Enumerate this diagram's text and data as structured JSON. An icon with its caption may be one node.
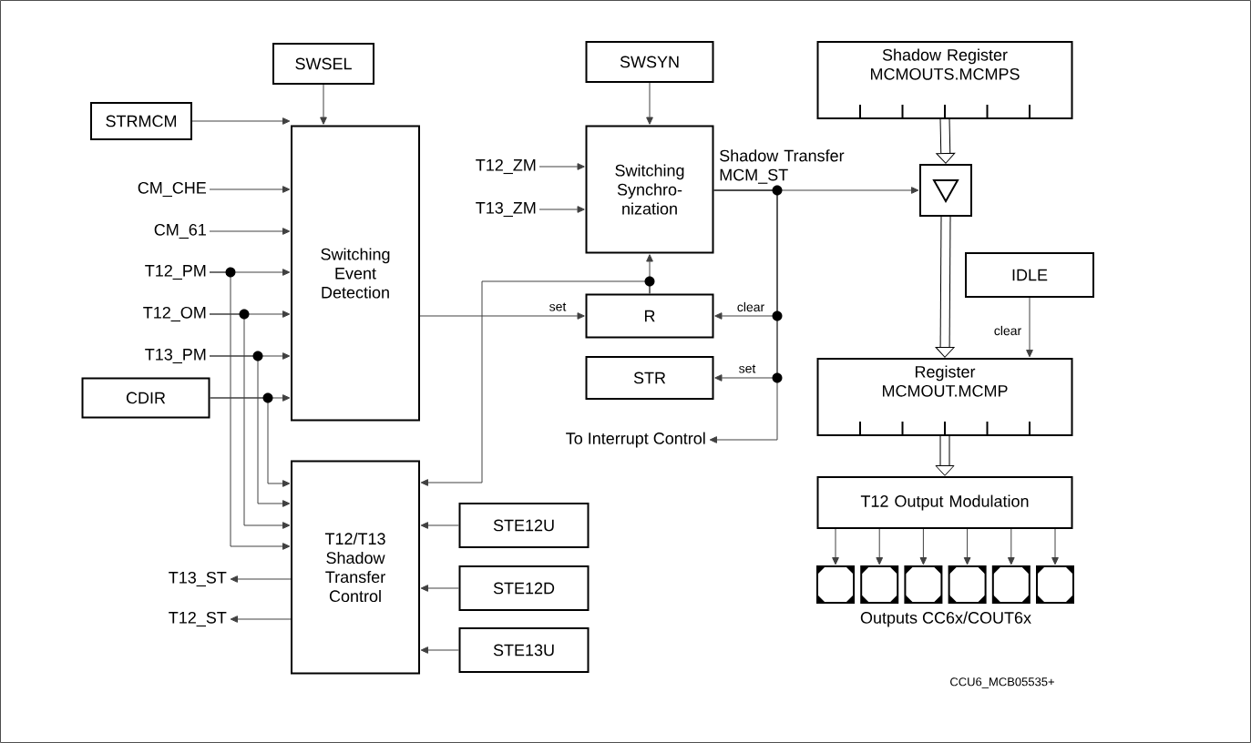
{
  "diagram": {
    "nodes": [
      {
        "text": [
          "SWSEL"
        ]
      },
      {
        "text": [
          "STRMCM"
        ]
      },
      {
        "text": [
          "CM_CHE"
        ]
      },
      {
        "text": [
          "CM_61"
        ]
      },
      {
        "text": [
          "T12_PM"
        ]
      },
      {
        "text": [
          "T12_OM"
        ]
      },
      {
        "text": [
          "T13_PM"
        ]
      },
      {
        "text": [
          "CDIR"
        ]
      },
      {
        "text": [
          "Switching Event Detection"
        ]
      },
      {
        "text": [
          "SWSYN"
        ]
      },
      {
        "text": [
          "T12_ZM"
        ]
      },
      {
        "text": [
          "T13_ZM"
        ]
      },
      {
        "text": [
          "Switching Synchro-nization"
        ]
      },
      {
        "text": [
          "Shadow Register MCMOUTS.MCMPS"
        ]
      },
      {
        "text": [],
        "shape": "box"
      },
      {
        "text": [
          "R"
        ]
      },
      {
        "text": [
          "STR"
        ]
      },
      {
        "text": [
          "To  Interrupt Control"
        ]
      },
      {
        "text": [
          "IDLE"
        ]
      },
      {
        "text": [
          "Register MCMOUT.MCMP"
        ]
      },
      {
        "text": [
          "T12 Output Modulation"
        ]
      },
      {
        "text": [],
        "shape": "box"
      },
      {
        "text": [],
        "shape": "box"
      },
      {
        "text": [],
        "shape": "box"
      },
      {
        "text": [],
        "shape": "box"
      },
      {
        "text": [],
        "shape": "box"
      },
      {
        "text": [],
        "shape": "box"
      },
      {
        "text": [
          "T12/T13 Shadow Transfer Control"
        ]
      },
      {
        "text": [
          "STE12U"
        ]
      },
      {
        "text": [
          "STE12D"
        ]
      },
      {
        "text": [
          "STE13U"
        ]
      },
      {
        "text": [
          "T13_ST"
        ]
      },
      {
        "text": [
          "T12_ST"
        ]
      }
    ],
    "edges": [
      {
        "from": 0,
        "to": 8,
        "arrow": "to"
      },
      {
        "from": 1,
        "to": 8,
        "arrow": "to"
      },
      {
        "from": 2,
        "to": 8,
        "arrow": "to"
      },
      {
        "from": 3,
        "to": 8,
        "arrow": "to"
      },
      {
        "from": 4,
        "to": 8,
        "arrow": "to"
      },
      {
        "from": 4,
        "to": 27,
        "arrow": "to"
      },
      {
        "from": 5,
        "to": 8,
        "arrow": "to"
      },
      {
        "from": 5,
        "to": 27,
        "arrow": "to"
      },
      {
        "from": 6,
        "to": 8,
        "arrow": "to"
      },
      {
        "from": 6,
        "to": 27,
        "arrow": "to"
      },
      {
        "from": 7,
        "to": 8,
        "arrow": "to"
      },
      {
        "from": 7,
        "to": 27,
        "arrow": "to"
      },
      {
        "from": 8,
        "to": 15,
        "arrow": "to",
        "label": "set"
      },
      {
        "from": 9,
        "to": 12,
        "arrow": "to"
      },
      {
        "from": 10,
        "to": 12,
        "arrow": "to"
      },
      {
        "from": 11,
        "to": 12,
        "arrow": "to"
      },
      {
        "from": 15,
        "to": 12,
        "arrow": "to"
      },
      {
        "from": 15,
        "to": 27,
        "arrow": "to"
      },
      {
        "from": 12,
        "to": 14,
        "arrow": "to",
        "label": "Shadow Transfer MCM_ST"
      },
      {
        "from": 12,
        "to": 15,
        "arrow": "to",
        "label": "clear"
      },
      {
        "from": 12,
        "to": 16,
        "arrow": "to",
        "label": "set"
      },
      {
        "from": 12,
        "to": 17,
        "arrow": "to"
      },
      {
        "from": 13,
        "to": 14,
        "arrow": "to",
        "style": "thick"
      },
      {
        "from": 14,
        "to": 19,
        "arrow": "to",
        "style": "thick"
      },
      {
        "from": 18,
        "to": 19,
        "arrow": "to",
        "label": "clear"
      },
      {
        "from": 19,
        "to": 20,
        "arrow": "to",
        "style": "thick"
      },
      {
        "from": 20,
        "to": 21,
        "arrow": "to"
      },
      {
        "from": 20,
        "to": 22,
        "arrow": "to"
      },
      {
        "from": 20,
        "to": 23,
        "arrow": "to"
      },
      {
        "from": 20,
        "to": 24,
        "arrow": "to"
      },
      {
        "from": 20,
        "to": 25,
        "arrow": "to"
      },
      {
        "from": 20,
        "to": 26,
        "arrow": "to"
      },
      {
        "from": 28,
        "to": 27,
        "arrow": "to"
      },
      {
        "from": 29,
        "to": 27,
        "arrow": "to"
      },
      {
        "from": 30,
        "to": 27,
        "arrow": "to"
      },
      {
        "from": 27,
        "to": 31,
        "arrow": "to"
      },
      {
        "from": 27,
        "to": 32,
        "arrow": "to"
      }
    ],
    "labels": [
      "Outputs CC6x/COUT6x",
      "CCU6_MCB05535+"
    ]
  }
}
